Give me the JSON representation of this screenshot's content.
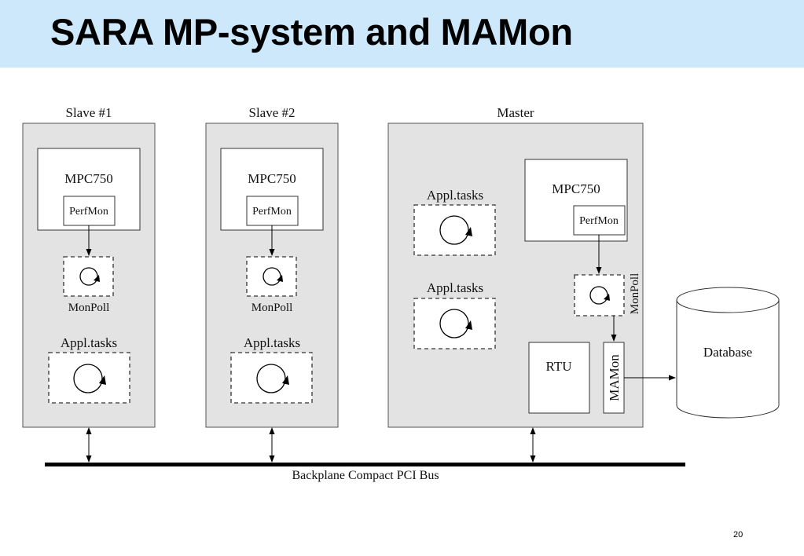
{
  "slide": {
    "title": "SARA MP-system and MAMon",
    "page_number": "20"
  },
  "diagram": {
    "slave1": {
      "label": "Slave #1",
      "cpu": "MPC750",
      "perfmon": "PerfMon",
      "monpoll": "MonPoll",
      "tasks": "Appl.tasks"
    },
    "slave2": {
      "label": "Slave #2",
      "cpu": "MPC750",
      "perfmon": "PerfMon",
      "monpoll": "MonPoll",
      "tasks": "Appl.tasks"
    },
    "master": {
      "label": "Master",
      "cpu": "MPC750",
      "perfmon": "PerfMon",
      "monpoll": "MonPoll",
      "tasks1": "Appl.tasks",
      "tasks2": "Appl.tasks",
      "rtu": "RTU",
      "mamon": "MAMon"
    },
    "database": "Database",
    "bus": "Backplane Compact PCI Bus"
  },
  "colors": {
    "header_bg": "#cde8fb",
    "node_fill": "#e3e3e3"
  }
}
